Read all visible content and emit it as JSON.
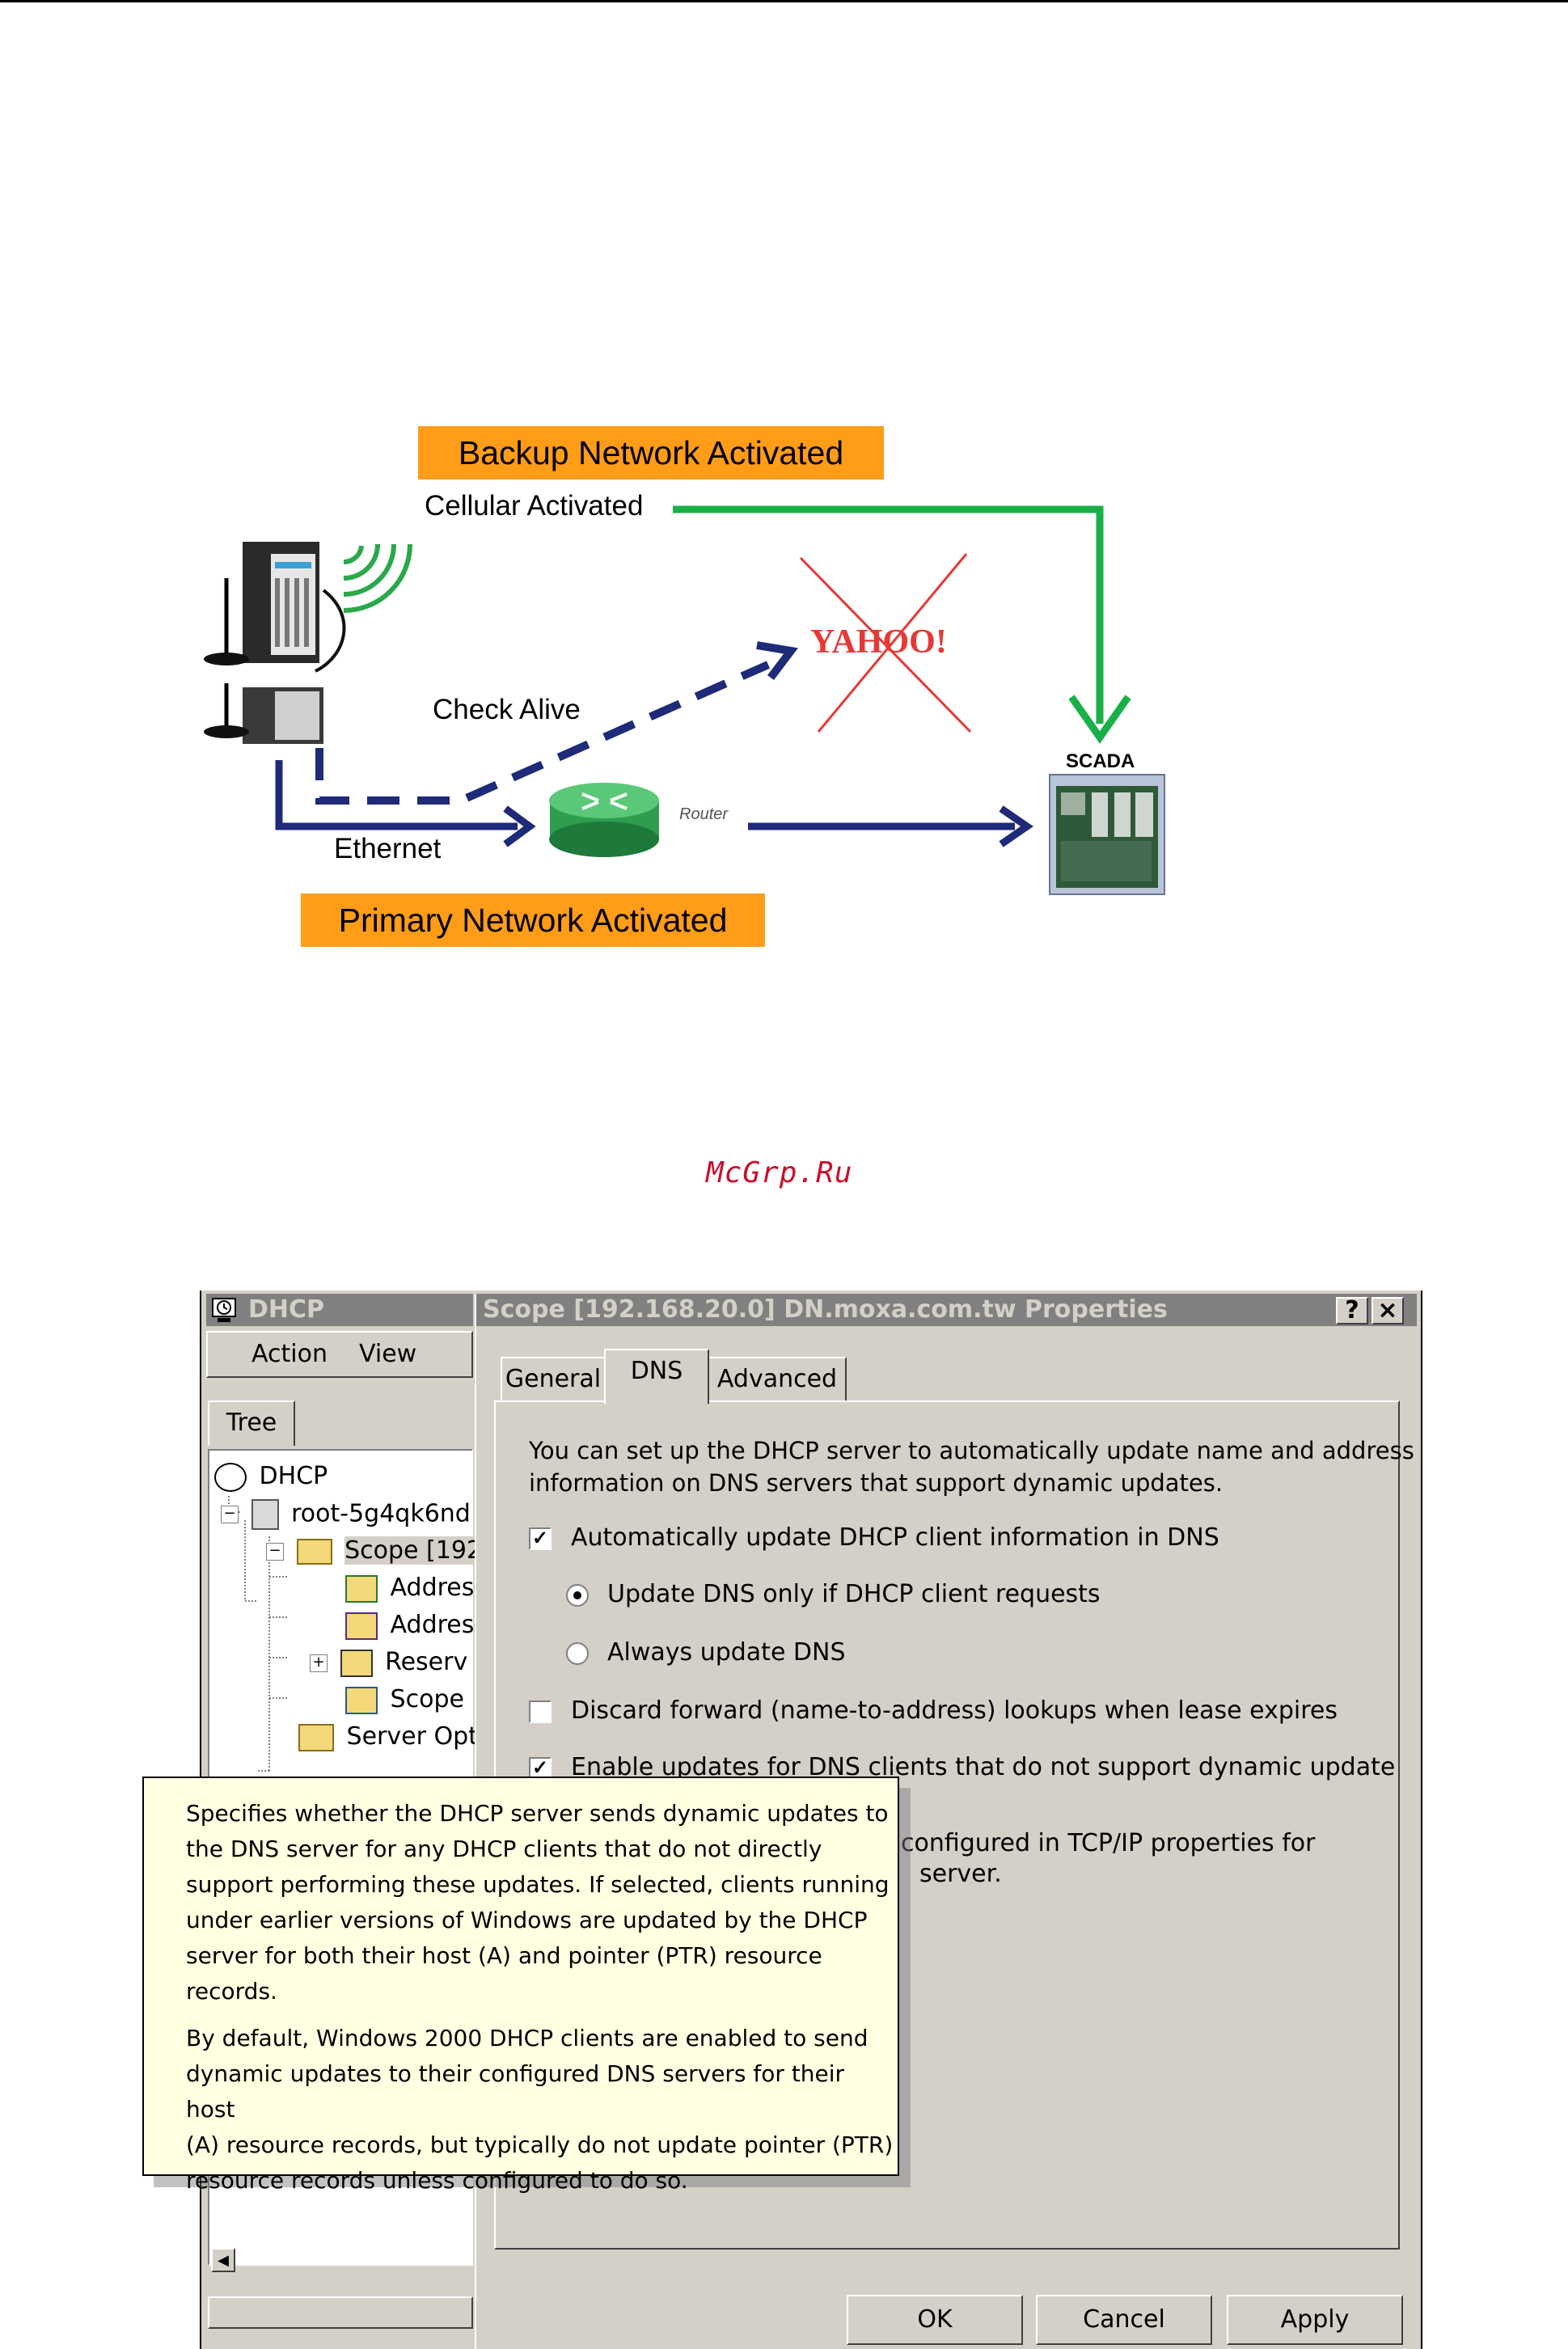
{
  "diagram": {
    "backup_banner": "Backup Network Activated",
    "cellular_label": "Cellular Activated",
    "check_alive_label": "Check Alive",
    "yahoo_logo": "YAHOO!",
    "scada_label": "SCADA",
    "router_label": "Router",
    "ethernet_label": "Ethernet",
    "primary_banner": "Primary Network Activated",
    "colors": {
      "banner": "#ff9c18",
      "cellular_arrow": "#19b04a",
      "ethernet_arrow": "#1f2a78",
      "cross": "#e53935"
    }
  },
  "watermark": "McGrp.Ru",
  "mmc": {
    "title": "DHCP",
    "menu": [
      "Action",
      "View"
    ],
    "tree_tab": "Tree",
    "tree": [
      {
        "label": "DHCP",
        "icon": "dhcp-icon"
      },
      {
        "label": "root-5g4qk6nd",
        "icon": "server-icon"
      },
      {
        "label": "Scope [192",
        "icon": "folder-open-icon"
      },
      {
        "label": "Addres",
        "icon": "address-pool-icon"
      },
      {
        "label": "Addres",
        "icon": "address-leases-icon"
      },
      {
        "label": "Reserv",
        "icon": "reservations-icon"
      },
      {
        "label": "Scope",
        "icon": "scope-options-icon"
      },
      {
        "label": "Server Opt",
        "icon": "server-options-icon"
      }
    ]
  },
  "dialog": {
    "title": "Scope [192.168.20.0] DN.moxa.com.tw Properties",
    "help_button": "?",
    "close_button": "×",
    "tabs": [
      "General",
      "DNS",
      "Advanced"
    ],
    "active_tab": "DNS",
    "intro": "You can set up the DHCP server to automatically update name and address\ninformation on DNS servers that support dynamic updates.",
    "auto_update": {
      "label": "Automatically update DHCP client information in DNS",
      "checked": true
    },
    "radio_only_if_requests": {
      "label": "Update DNS only if DHCP client requests",
      "selected": true
    },
    "radio_always": {
      "label": "Always update DNS",
      "selected": false
    },
    "discard_forward": {
      "label": "Discard forward (name-to-address) lookups when lease expires",
      "checked": false
    },
    "enable_updates": {
      "label": "Enable updates for DNS clients that do not support dynamic update",
      "checked": true
    },
    "partial_line_1": "configured in TCP/IP properties for",
    "partial_line_2": "server.",
    "buttons": {
      "ok": "OK",
      "cancel": "Cancel",
      "apply": "Apply"
    }
  },
  "tooltip": {
    "para1": "Specifies whether the DHCP server sends dynamic updates to\nthe DNS server for any DHCP clients that do not directly\nsupport performing these updates. If selected, clients running\nunder earlier versions of Windows are updated by the DHCP\nserver for both their host (A) and pointer (PTR) resource\nrecords.",
    "para2": "By default, Windows 2000 DHCP clients are enabled to send\ndynamic updates to their configured DNS servers for their host\n(A) resource records, but typically do not update pointer (PTR)\nresource records unless configured to do so."
  }
}
